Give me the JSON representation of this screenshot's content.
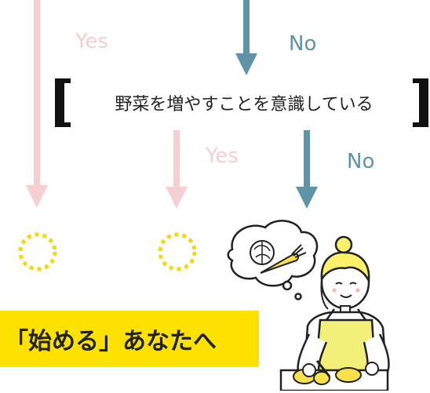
{
  "flow": {
    "yes_label_1": "Yes",
    "no_label_1": "No",
    "question": "野菜を増やすことを意識している",
    "yes_label_2": "Yes",
    "no_label_2": "No"
  },
  "banner": {
    "text": "「始める」あなたへ"
  },
  "colors": {
    "yes_arrow": "#f6cfd2",
    "no_arrow": "#5e93a8",
    "dotted_circle": "#f5d90a",
    "banner_bg": "#fde200",
    "apron": "#f2f078",
    "hair": "#fdf06a"
  },
  "icons": {
    "bracket_left": "left-bracket-icon",
    "bracket_right": "right-bracket-icon",
    "vegetables": "vegetables-thought-bubble-icon",
    "person": "woman-cooking-illustration"
  }
}
